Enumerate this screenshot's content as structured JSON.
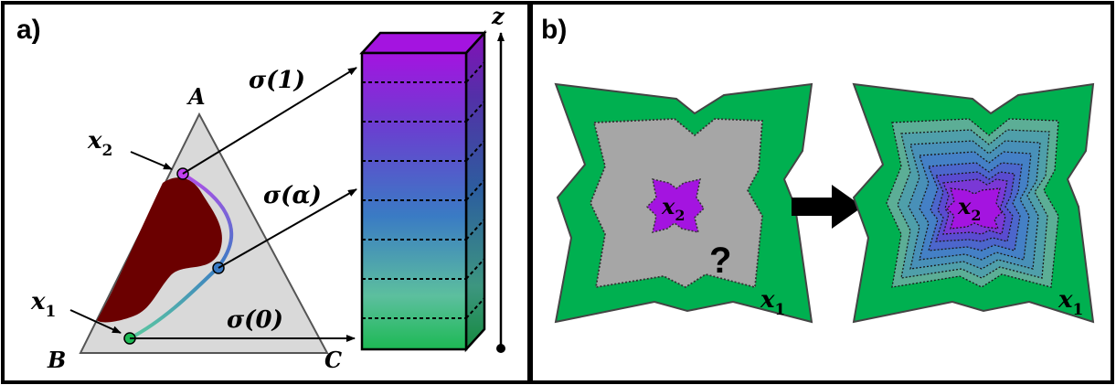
{
  "panel_a": {
    "label": "a)",
    "vertex_a": "A",
    "vertex_b": "B",
    "vertex_c": "C",
    "x2": "x",
    "x2_sub": "2",
    "x1": "x",
    "x1_sub": "1",
    "sigma_1": "σ(1)",
    "sigma_alpha": "σ(α)",
    "sigma_0": "σ(0)",
    "z_axis": "z"
  },
  "panel_b": {
    "label": "b)",
    "left_center": "x",
    "left_center_sub": "2",
    "left_outer": "x",
    "left_outer_sub": "1",
    "question": "?",
    "right_center": "x",
    "right_center_sub": "2",
    "right_outer": "x",
    "right_outer_sub": "1"
  },
  "colors": {
    "green": "#00b050",
    "purple": "#b100e0",
    "gray": "#a6a6a6",
    "triangle_fill": "#d9d9d9",
    "dark_red": "#6b0000"
  }
}
